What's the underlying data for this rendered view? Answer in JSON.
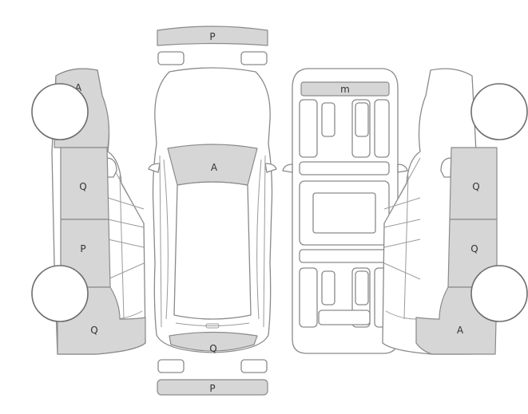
{
  "diagram": {
    "panel_fill": "#d6d6d6",
    "outline_color": "#8a8a8a",
    "marks": {
      "front_bumper": "P",
      "rear_bumper": "P",
      "hood": "A",
      "tailgate": "Q",
      "roof": "m",
      "left_front_fender": "A",
      "left_front_door": "Q",
      "left_rear_door": "P",
      "left_rear_quarter": "Q",
      "right_front_door": "Q",
      "right_rear_door": "Q",
      "right_front_fender": "A"
    }
  }
}
